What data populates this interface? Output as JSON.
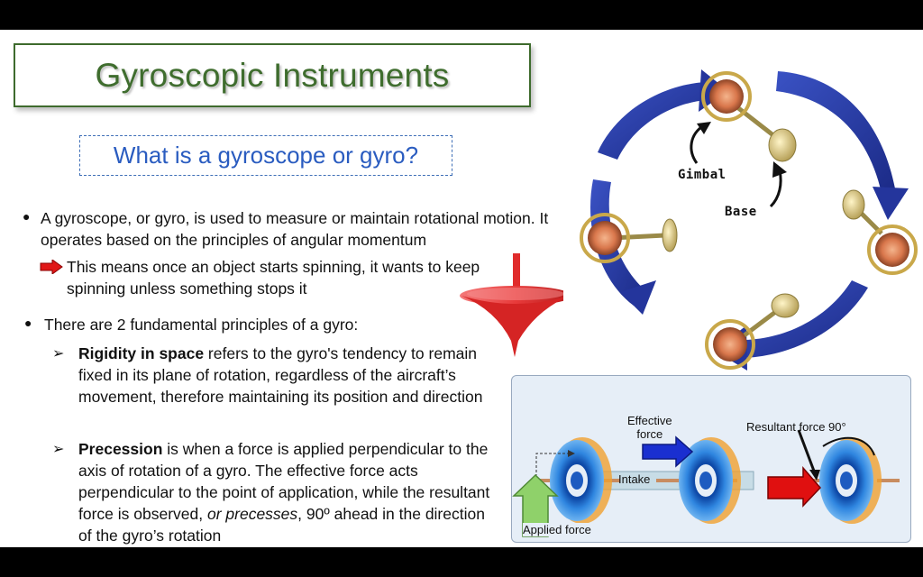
{
  "slide": {
    "title": "Gyroscopic Instruments",
    "subtitle": "What is a gyroscope or gyro?"
  },
  "bullets": {
    "b1": "A gyroscope, or gyro, is used to measure or maintain rotational motion. It operates based on the principles of angular momentum",
    "b1_sub": "This means once an object starts spinning, it wants to keep spinning unless something stops it",
    "b2": "There are 2 fundamental principles of a gyro:",
    "rigidity_term": "Rigidity in space",
    "rigidity_text": " refers to the gyro's tendency to remain fixed in its plane of rotation, regardless of the aircraft’s movement, therefore maintaining its position and direction",
    "precession_term": "Precession",
    "precession_text_a": " is when a force is applied perpendicular to the axis of rotation of a gyro. The effective force acts perpendicular to the point of application, while the resultant force is observed, ",
    "precession_italic": "or precesses",
    "precession_text_b": ", 90º ahead in the direction of the gyro’s rotation"
  },
  "cycle_diagram": {
    "gimbal_label": "Gimbal",
    "base_label": "Base"
  },
  "precession_diagram": {
    "effective_force": [
      "Effective",
      "force"
    ],
    "resultant_force": "Resultant force 90°",
    "intake": "Intake",
    "applied_force": "Applied force"
  },
  "colors": {
    "title_green": "#3f6d2e",
    "subtitle_blue": "#2a5cc0",
    "cycle_arrow_blue": "#2b3fa8",
    "applied_green": "#8fd16a",
    "effective_blue": "#1a2fd0",
    "resultant_red": "#e01010",
    "top_red": "#e83a3a"
  }
}
